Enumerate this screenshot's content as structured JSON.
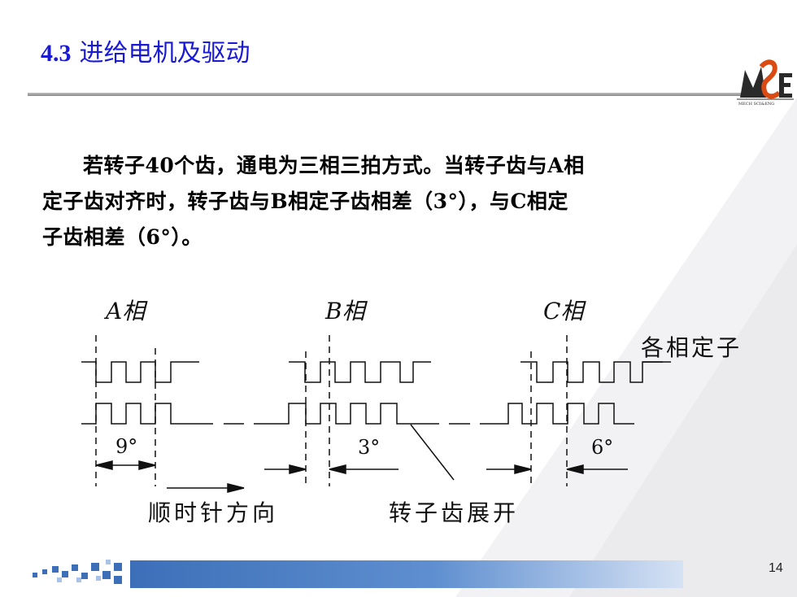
{
  "slide": {
    "section_number": "4.3",
    "title": "进给电机及驱动",
    "logo_text": "MECH SCI&ENG",
    "paragraph": [
      "若转子40个齿，通电为三相三拍方式。当转子齿与A相",
      "定子齿对齐时，转子齿与B相定子齿相差（3°），与C相定",
      "子齿相差（6°）。"
    ],
    "page_number": "14"
  },
  "diagram": {
    "phase_a_label": "A相",
    "phase_b_label": "B相",
    "phase_c_label": "C相",
    "stator_label": "各相定子",
    "pitch_label": "9°",
    "offset_b_label": "3°",
    "offset_c_label": "6°",
    "direction_label": "顺时针方向",
    "rotor_label": "转子齿展开"
  },
  "colors": {
    "title": "#1a1ad6",
    "footer_bar": "#3c6fb8"
  }
}
